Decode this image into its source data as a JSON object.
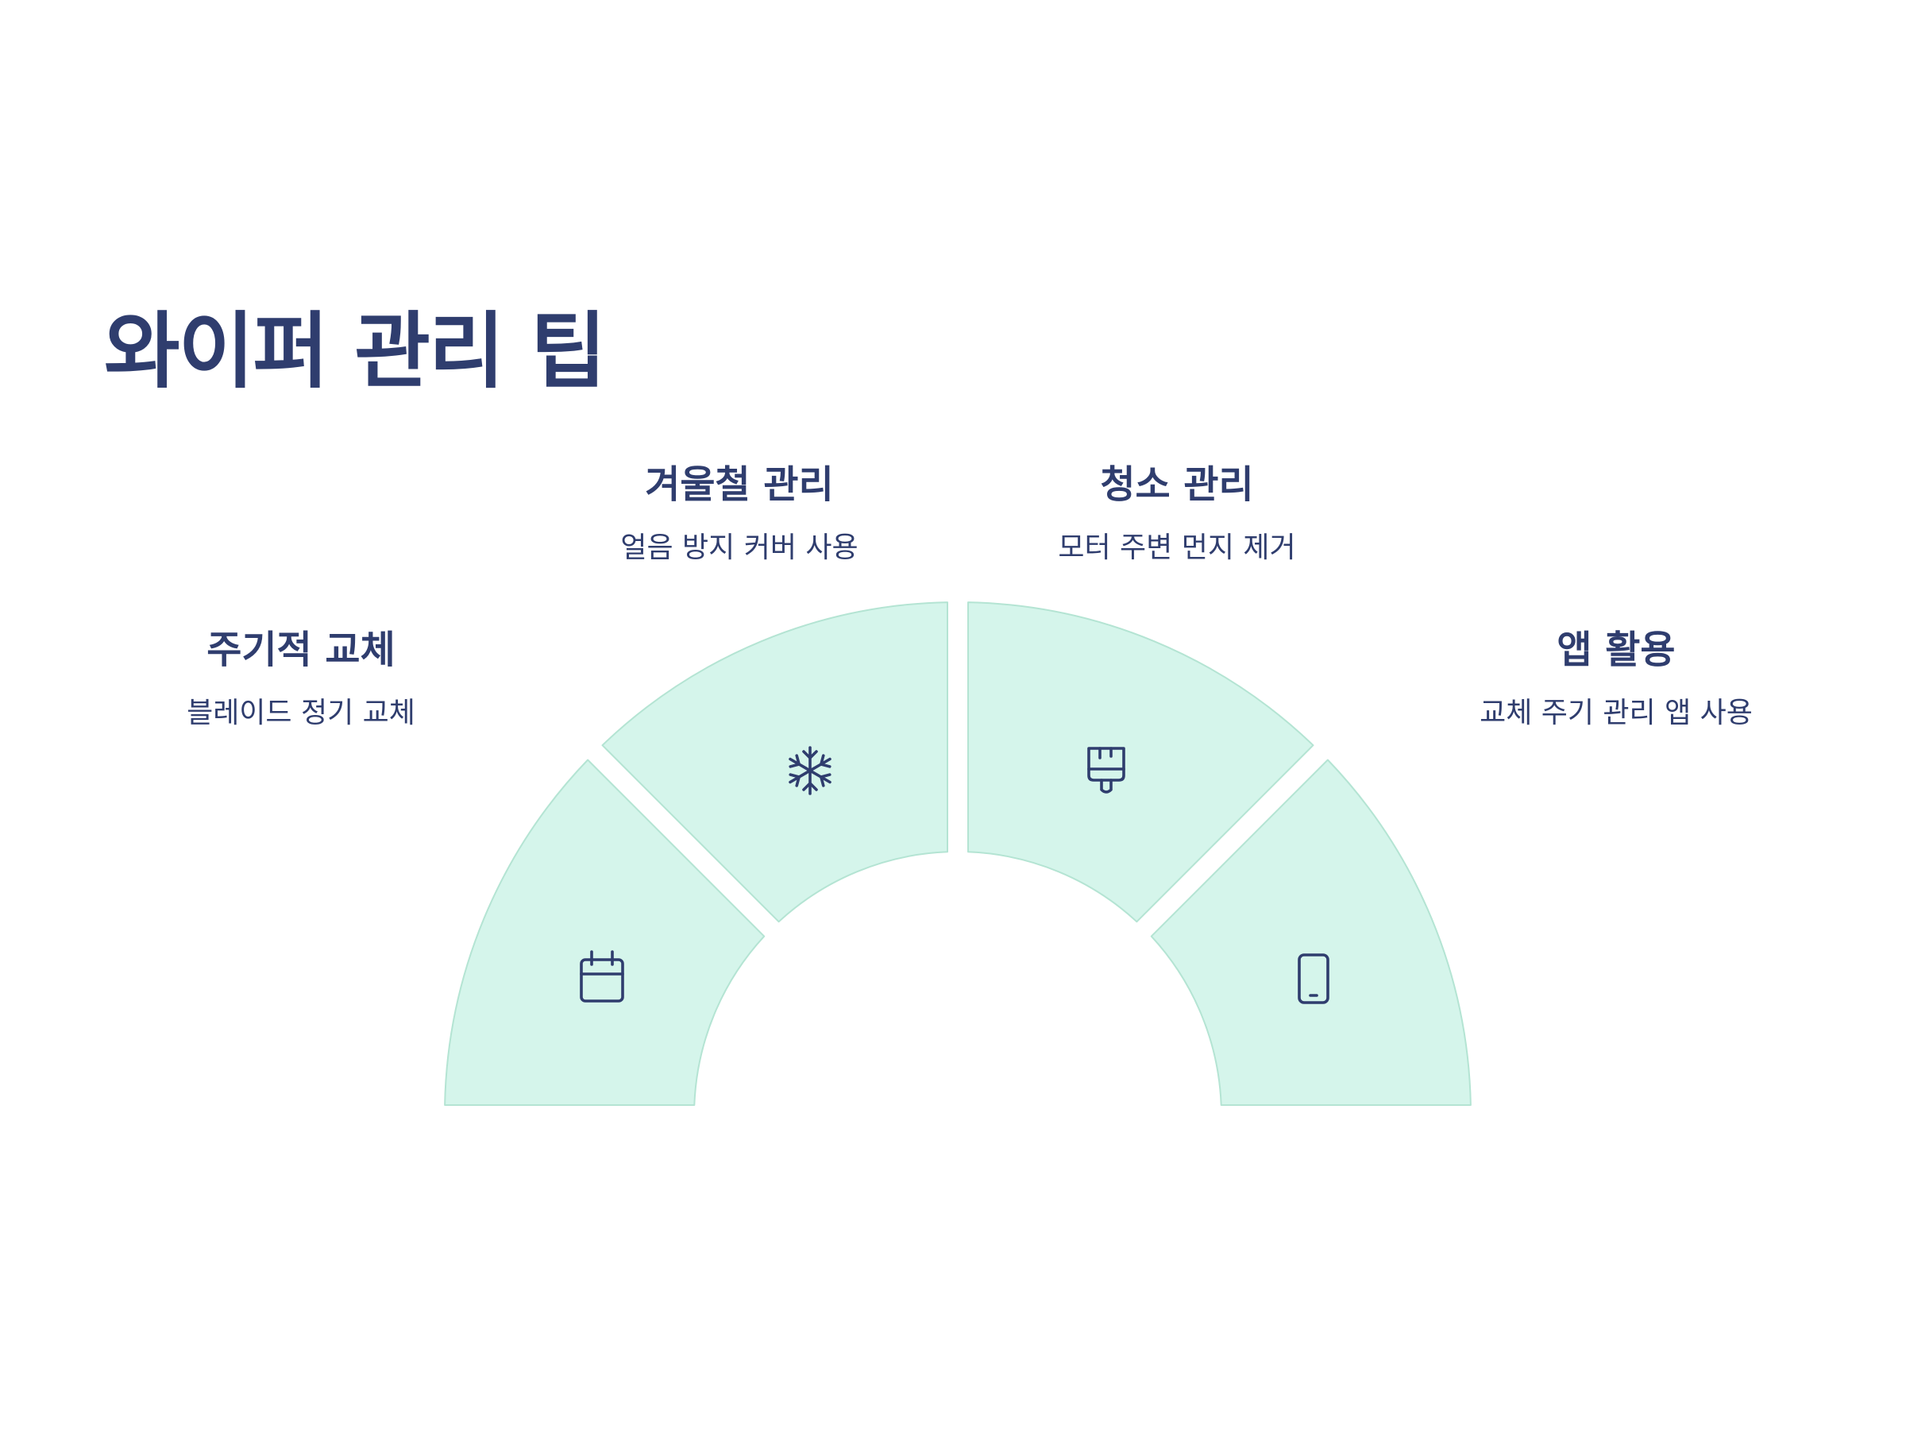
{
  "page": {
    "title": "와이퍼 관리 팁"
  },
  "tips": [
    {
      "title": "주기적 교체",
      "description": "블레이드 정기 교체",
      "icon": "calendar-icon"
    },
    {
      "title": "겨울철 관리",
      "description": "얼음 방지 커버 사용",
      "icon": "snowflake-icon"
    },
    {
      "title": "청소 관리",
      "description": "모터 주변 먼지 제거",
      "icon": "paint-brush-icon"
    },
    {
      "title": "앱 활용",
      "description": "교체 주기 관리 앱 사용",
      "icon": "smartphone-icon"
    }
  ],
  "colors": {
    "title_text": "#2f3d6e",
    "segment_fill": "#d5f5eb",
    "segment_stroke": "#b4e4d3",
    "icon": "#2f3d6e",
    "background": "#ffffff"
  }
}
